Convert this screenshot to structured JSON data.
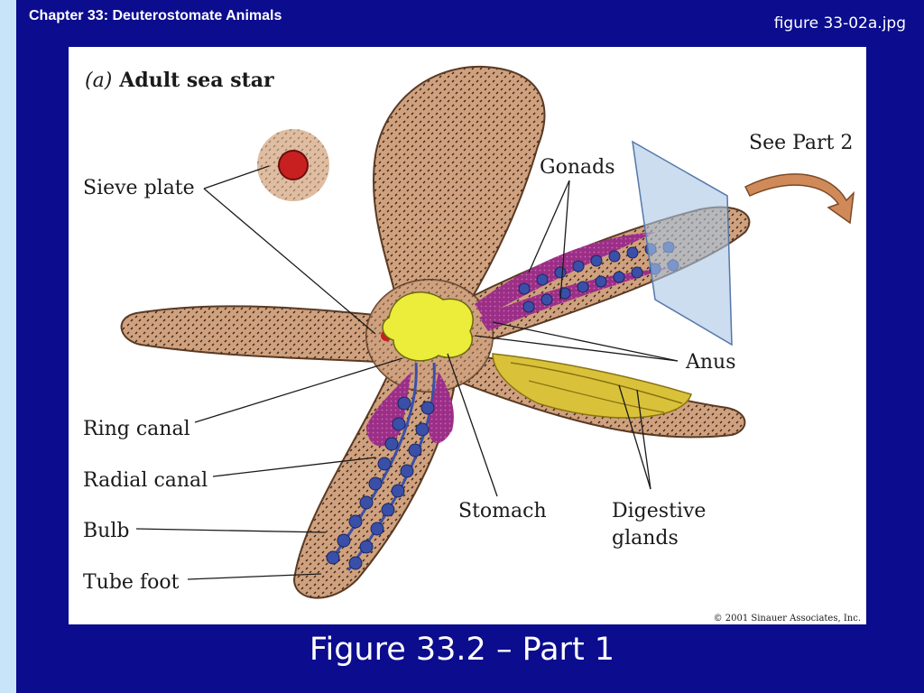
{
  "slide": {
    "chapter_title": "Chapter 33: Deuterostomate Animals",
    "file_name": "figure 33-02a.jpg",
    "caption": "Figure 33.2 – Part 1"
  },
  "figure": {
    "panel_letter": "(a)",
    "panel_title": "Adult sea star",
    "copyright": "© 2001 Sinauer Associates, Inc.",
    "labels": {
      "sieve_plate": "Sieve plate",
      "gonads": "Gonads",
      "see_part_2": "See Part 2",
      "anus": "Anus",
      "ring_canal": "Ring canal",
      "radial_canal": "Radial canal",
      "bulb": "Bulb",
      "tube_foot": "Tube foot",
      "stomach": "Stomach",
      "digestive_glands_line1": "Digestive",
      "digestive_glands_line2": "glands"
    }
  },
  "colors": {
    "background": "#0b0c8e",
    "left_strip": "#c7e4f8",
    "body_tan": "#cfa17e",
    "gonads": "#9b2e86",
    "canals": "#3a4fa8",
    "digestive_glands": "#d9c23a",
    "stomach": "#ecec3a"
  }
}
